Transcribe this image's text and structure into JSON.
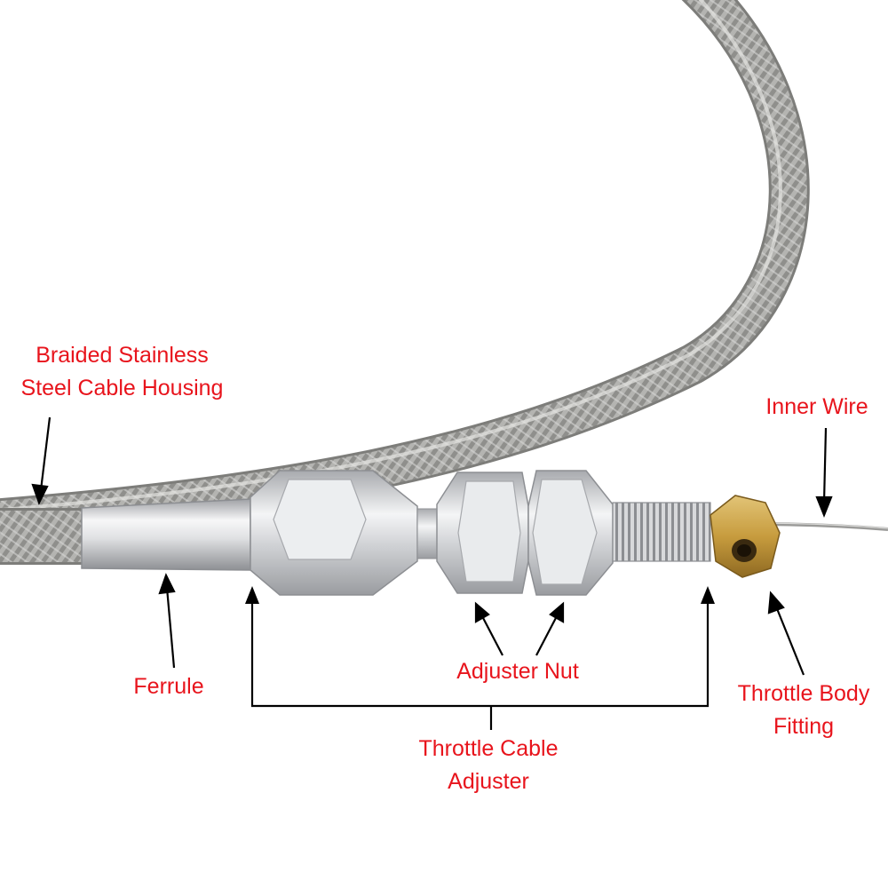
{
  "colors": {
    "label_text": "#e8141c",
    "callout_line": "#000000",
    "background": "#ffffff",
    "braid": "#a9a9a6",
    "aluminum": "#d9dadc",
    "brass": "#c8a24a"
  },
  "labels": {
    "housing": {
      "line1": "Braided Stainless",
      "line2": "Steel Cable Housing"
    },
    "ferrule": "Ferrule",
    "adjuster_nut": "Adjuster Nut",
    "cable_adjuster": {
      "line1": "Throttle Cable",
      "line2": "Adjuster"
    },
    "inner_wire": "Inner Wire",
    "body_fitting": {
      "line1": "Throttle Body",
      "line2": "Fitting"
    }
  },
  "parts": [
    "braided-cable-housing",
    "ferrule",
    "hex-fitting",
    "adjuster-nut",
    "threaded-stud",
    "throttle-body-fitting",
    "inner-wire"
  ]
}
